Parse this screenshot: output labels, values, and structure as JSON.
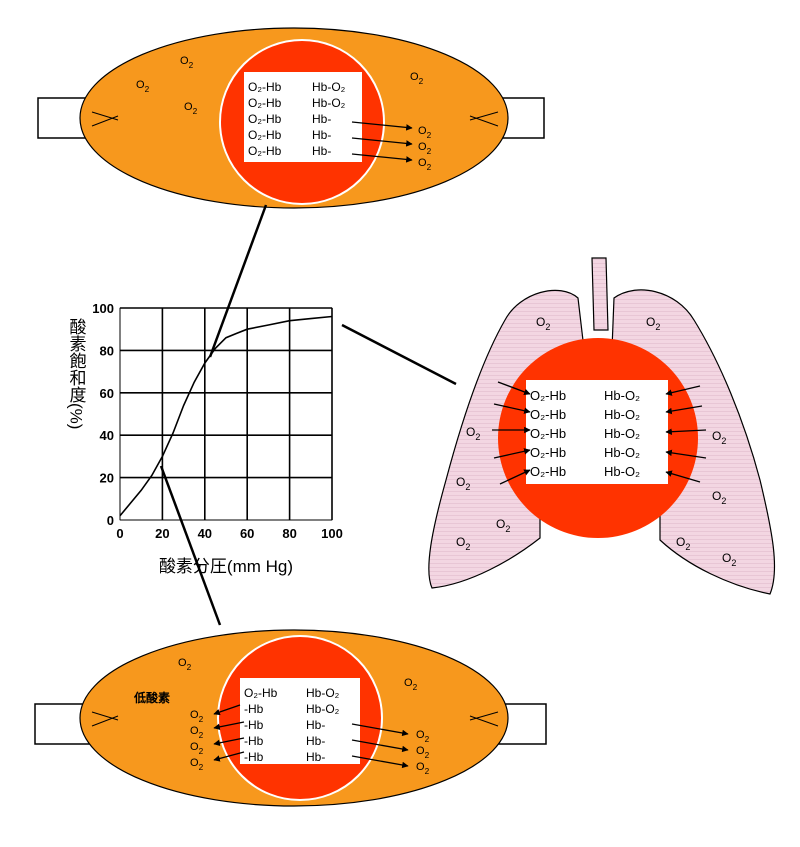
{
  "colors": {
    "tissue": "#f7981d",
    "blood": "#ff3300",
    "lung": "#f3d6e2",
    "line": "#000000"
  },
  "o2_label": "O",
  "o2_sub": "2",
  "low_oxygen_label": "低酸素",
  "top_tissue": {
    "rows": [
      {
        "left": "O₂-Hb",
        "right": "Hb-O₂"
      },
      {
        "left": "O₂-Hb",
        "right": "Hb-O₂"
      },
      {
        "left": "O₂-Hb",
        "right": "Hb-"
      },
      {
        "left": "O₂-Hb",
        "right": "Hb-"
      },
      {
        "left": "O₂-Hb",
        "right": "Hb-"
      }
    ]
  },
  "lung": {
    "rows": [
      {
        "left": "O₂-Hb",
        "right": "Hb-O₂"
      },
      {
        "left": "O₂-Hb",
        "right": "Hb-O₂"
      },
      {
        "left": "O₂-Hb",
        "right": "Hb-O₂"
      },
      {
        "left": "O₂-Hb",
        "right": "Hb-O₂"
      },
      {
        "left": "O₂-Hb",
        "right": "Hb-O₂"
      }
    ]
  },
  "bottom_tissue": {
    "rows": [
      {
        "left": "O₂-Hb",
        "right": "Hb-O₂"
      },
      {
        "left": "-Hb",
        "right": "Hb-O₂"
      },
      {
        "left": "-Hb",
        "right": "Hb-"
      },
      {
        "left": "-Hb",
        "right": "Hb-"
      },
      {
        "left": "-Hb",
        "right": "Hb-"
      }
    ]
  },
  "chart_data": {
    "type": "line",
    "title": "",
    "ylabel": "酸素飽和度(%)",
    "xlabel": "酸素分圧(mm Hg)",
    "xlim": [
      0,
      100
    ],
    "ylim": [
      0,
      100
    ],
    "x_ticks": [
      "0",
      "20",
      "40",
      "60",
      "80",
      "100"
    ],
    "y_ticks": [
      "0",
      "20",
      "40",
      "60",
      "80",
      "100"
    ],
    "grid": true,
    "series": [
      {
        "x": [
          0,
          5,
          10,
          15,
          20,
          25,
          30,
          35,
          40,
          45,
          50,
          55,
          60,
          70,
          80,
          90,
          100
        ],
        "y": [
          2,
          8,
          14,
          21,
          30,
          41,
          54,
          65,
          74,
          81,
          86,
          88,
          90,
          92,
          94,
          95,
          96
        ]
      }
    ]
  }
}
